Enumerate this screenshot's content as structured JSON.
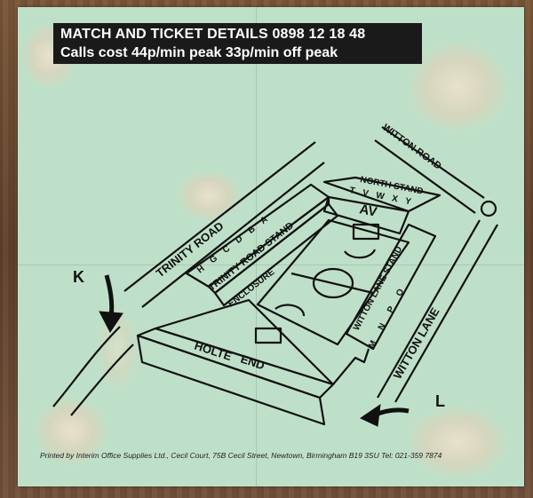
{
  "banner": {
    "line1": "MATCH AND TICKET DETAILS 0898 12 18 48",
    "line2": "Calls cost 44p/min peak 33p/min off peak"
  },
  "map": {
    "roads": {
      "trinity_road": "TRINITY ROAD",
      "witton_road": "WITTON ROAD",
      "witton_lane": "WITTON LANE"
    },
    "stands": {
      "north_stand": "NORTH STAND",
      "north_stand_blocks": "T V W X Y",
      "north_stand_logo": "AV",
      "trinity_road_stand": "TRINITY ROAD STAND",
      "trinity_road_blocks": "H G C D B A",
      "enclosure": "ENCLOSURE",
      "witton_lane_stand": "WITTON LANE STAND",
      "witton_lane_blocks": "M N P Q",
      "holte_end": "HOLTE",
      "holte_end_2": "END"
    },
    "entrances": {
      "k": "K",
      "l": "L"
    }
  },
  "footer": {
    "printer": "Printed by Interim Office Supplies Ltd., Cecil Court, 75B Cecil Street, Newtown, Birmingham B19 3SU Tel: 021-359 7874"
  },
  "colors": {
    "paper": "#bfe0c8",
    "ink": "#111111",
    "banner_bg": "#1a1a1a"
  }
}
